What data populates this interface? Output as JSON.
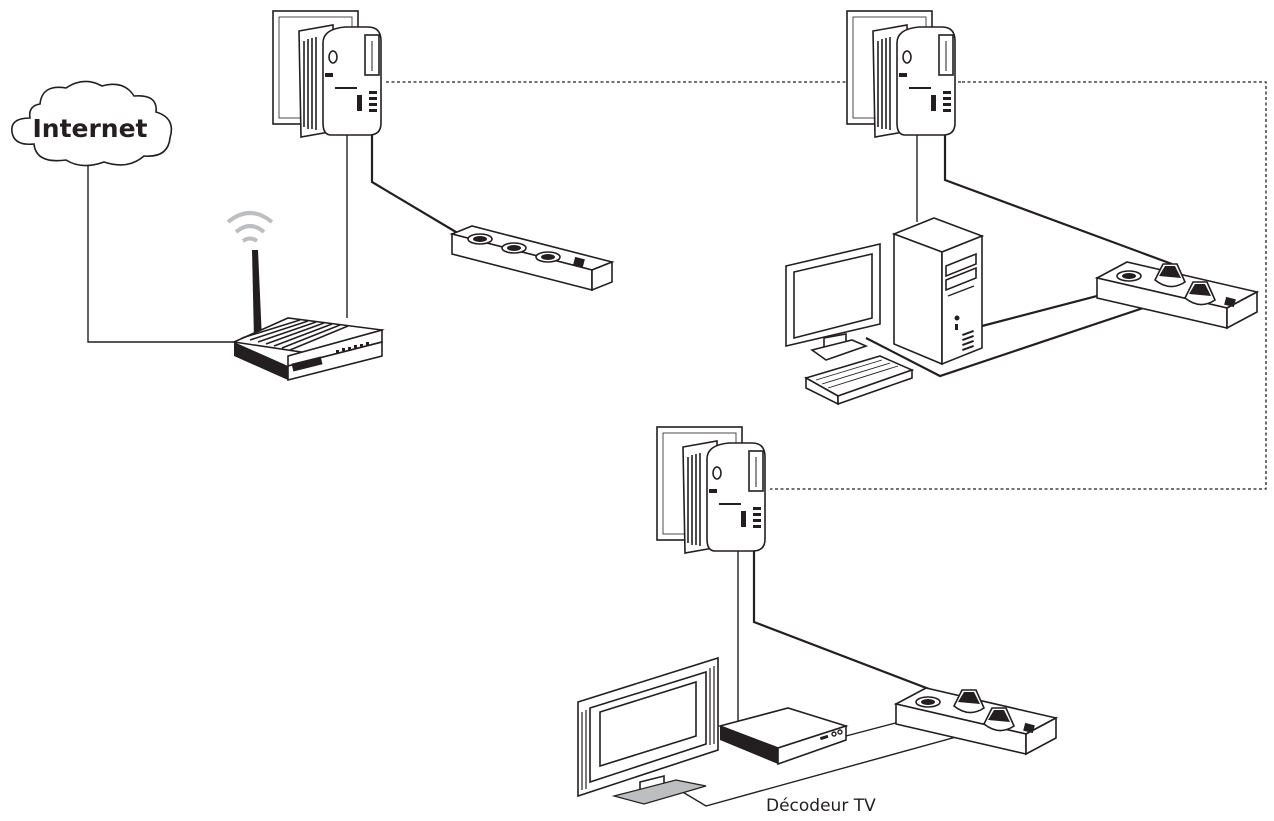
{
  "labels": {
    "internet": "Internet",
    "decoder": "Décodeur TV"
  },
  "nodes": [
    {
      "name": "internet-cloud",
      "label": "Internet"
    },
    {
      "name": "wireless-router"
    },
    {
      "name": "powerline-adapter-1"
    },
    {
      "name": "powerline-adapter-2"
    },
    {
      "name": "powerline-adapter-3"
    },
    {
      "name": "power-strip-1"
    },
    {
      "name": "power-strip-2"
    },
    {
      "name": "power-strip-3"
    },
    {
      "name": "desktop-computer"
    },
    {
      "name": "television"
    },
    {
      "name": "tv-decoder",
      "label": "Décodeur TV"
    }
  ],
  "edges": [
    {
      "from": "internet-cloud",
      "to": "wireless-router",
      "style": "solid"
    },
    {
      "from": "wireless-router",
      "to": "powerline-adapter-1",
      "style": "solid"
    },
    {
      "from": "powerline-adapter-1",
      "to": "power-strip-1",
      "style": "solid"
    },
    {
      "from": "powerline-adapter-1",
      "to": "powerline-adapter-2",
      "style": "dotted"
    },
    {
      "from": "powerline-adapter-2",
      "to": "powerline-adapter-3",
      "style": "dotted"
    },
    {
      "from": "powerline-adapter-2",
      "to": "desktop-computer",
      "style": "solid"
    },
    {
      "from": "powerline-adapter-2",
      "to": "power-strip-2",
      "style": "solid"
    },
    {
      "from": "desktop-computer",
      "to": "power-strip-2",
      "style": "solid"
    },
    {
      "from": "powerline-adapter-3",
      "to": "tv-decoder",
      "style": "solid"
    },
    {
      "from": "powerline-adapter-3",
      "to": "power-strip-3",
      "style": "solid"
    },
    {
      "from": "television",
      "to": "power-strip-3",
      "style": "solid"
    },
    {
      "from": "tv-decoder",
      "to": "power-strip-3",
      "style": "solid"
    }
  ],
  "colors": {
    "line": "#231f20",
    "background": "#ffffff",
    "shade": "#bcbec0"
  }
}
